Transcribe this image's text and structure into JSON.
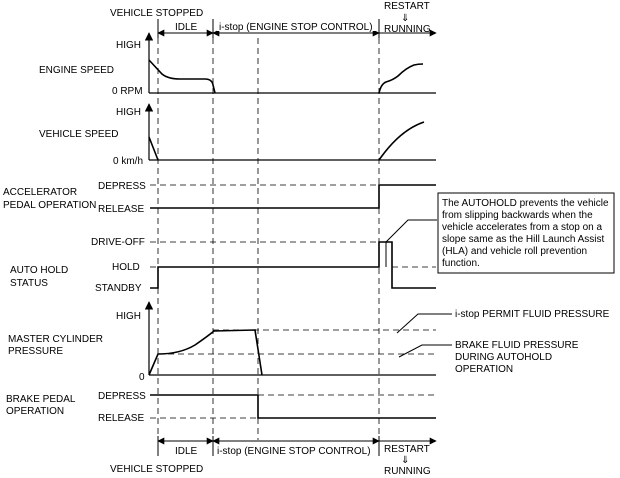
{
  "timeline": {
    "vehicle_stopped": "VEHICLE STOPPED",
    "idle": "IDLE",
    "istop": "i-stop (ENGINE STOP CONTROL)",
    "restart": "RESTART",
    "running": "RUNNING",
    "arrow_glyph": "⇓"
  },
  "channels": {
    "engine_speed": {
      "label": "ENGINE SPEED",
      "high": "HIGH",
      "low": "0 RPM"
    },
    "vehicle_speed": {
      "label": "VEHICLE SPEED",
      "high": "HIGH",
      "low": "0 km/h"
    },
    "accelerator": {
      "label_line1": "ACCELERATOR",
      "label_line2": "PEDAL OPERATION",
      "depress": "DEPRESS",
      "release": "RELEASE"
    },
    "auto_hold": {
      "label_line1": "AUTO HOLD",
      "label_line2": "STATUS",
      "drive_off": "DRIVE-OFF",
      "hold": "HOLD",
      "standby": "STANDBY"
    },
    "master_cylinder": {
      "label_line1": "MASTER CYLINDER",
      "label_line2": "PRESSURE",
      "high": "HIGH",
      "zero": "0"
    },
    "brake_pedal": {
      "label_line1": "BRAKE PEDAL",
      "label_line2": "OPERATION",
      "depress": "DEPRESS",
      "release": "RELEASE"
    }
  },
  "annotations": {
    "istop_permit": "i-stop PERMIT FLUID PRESSURE",
    "brake_fluid_line1": "BRAKE FLUID PRESSURE",
    "brake_fluid_line2": "DURING AUTOHOLD",
    "brake_fluid_line3": "OPERATION"
  },
  "note": {
    "lines": [
      "The AUTOHOLD prevents the vehicle",
      "from slipping backwards when the",
      "vehicle accelerates from a stop on a",
      "slope same as the Hill Launch Assist",
      "(HLA) and vehicle roll prevention",
      "function."
    ]
  }
}
